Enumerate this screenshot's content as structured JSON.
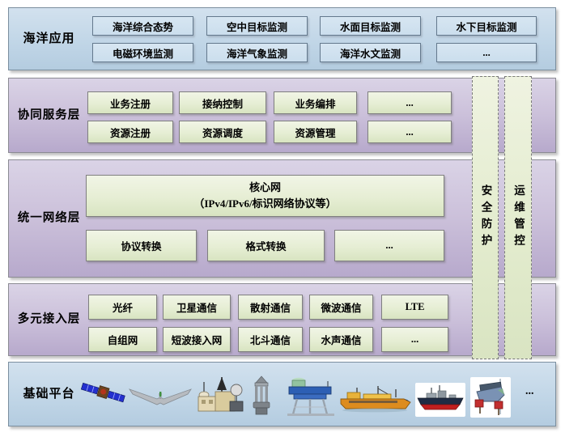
{
  "app_layer": {
    "label": "海洋应用",
    "boxes": [
      "海洋综合态势",
      "空中目标监测",
      "水面目标监测",
      "水下目标监测",
      "电磁环境监测",
      "海洋气象监测",
      "海洋水文监测",
      "..."
    ]
  },
  "service_layer": {
    "label": "协同服务层",
    "boxes": [
      "业务注册",
      "接纳控制",
      "业务编排",
      "...",
      "资源注册",
      "资源调度",
      "资源管理",
      "..."
    ]
  },
  "network_layer": {
    "label": "统一网络层",
    "core": {
      "line1": "核心网",
      "line2": "（IPv4/IPv6/标识网络协议等）"
    },
    "boxes": [
      "协议转换",
      "格式转换",
      "..."
    ]
  },
  "access_layer": {
    "label": "多元接入层",
    "boxes": [
      "光纤",
      "卫星通信",
      "散射通信",
      "微波通信",
      "LTE",
      "自组网",
      "短波接入网",
      "北斗通信",
      "水声通信",
      "..."
    ]
  },
  "platform_layer": {
    "label": "基础平台",
    "icons": [
      "satellite-icon",
      "uav-icon",
      "ground-station-icon",
      "buoy-icon",
      "offshore-platform-icon",
      "research-vessel-icon",
      "naval-ship-icon",
      "underwater-vehicle-icon"
    ],
    "ellipsis": "..."
  },
  "side_bars": [
    {
      "label": "安全防护"
    },
    {
      "label": "运维管控"
    }
  ],
  "colors": {
    "blue_layer_bg": "#c3d7e7",
    "purple_layer_bg": "#cbc0da",
    "green_box_bg": "#e9f0da",
    "blue_box_bg": "#cfdfee",
    "side_bar_bg": "#e7eed8",
    "box_border": "#7f7f7f",
    "text": "#000000"
  }
}
